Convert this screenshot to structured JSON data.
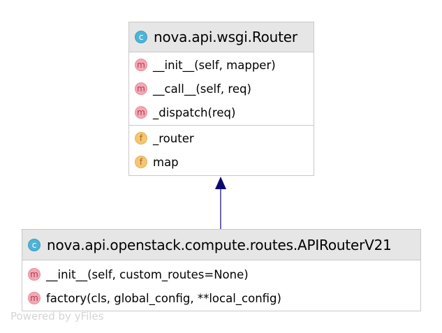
{
  "colors": {
    "header_bg": "#e6e6e6",
    "border": "#c8c8c8",
    "class_badge": "#4fb3d6",
    "method_badge": "#f2a9b4",
    "field_badge": "#f5c672",
    "edge": "#1a1a7a",
    "watermark": "#d4d4d4"
  },
  "classes": {
    "router": {
      "badge": "c",
      "name": "nova.api.wsgi.Router",
      "methods": [
        {
          "badge": "m",
          "label": "__init__(self, mapper)"
        },
        {
          "badge": "m",
          "label": "__call__(self, req)"
        },
        {
          "badge": "m",
          "label": "_dispatch(req)"
        }
      ],
      "fields": [
        {
          "badge": "f",
          "label": "_router"
        },
        {
          "badge": "f",
          "label": "map"
        }
      ]
    },
    "api_router_v21": {
      "badge": "c",
      "name": "nova.api.openstack.compute.routes.APIRouterV21",
      "methods": [
        {
          "badge": "m",
          "label": "__init__(self, custom_routes=None)"
        },
        {
          "badge": "m",
          "label": "factory(cls, global_config, **local_config)"
        }
      ]
    }
  },
  "edges": [
    {
      "from": "api_router_v21",
      "to": "router",
      "type": "inheritance",
      "icon": "arrow-head-icon"
    }
  ],
  "watermark": "Powered by yFiles"
}
